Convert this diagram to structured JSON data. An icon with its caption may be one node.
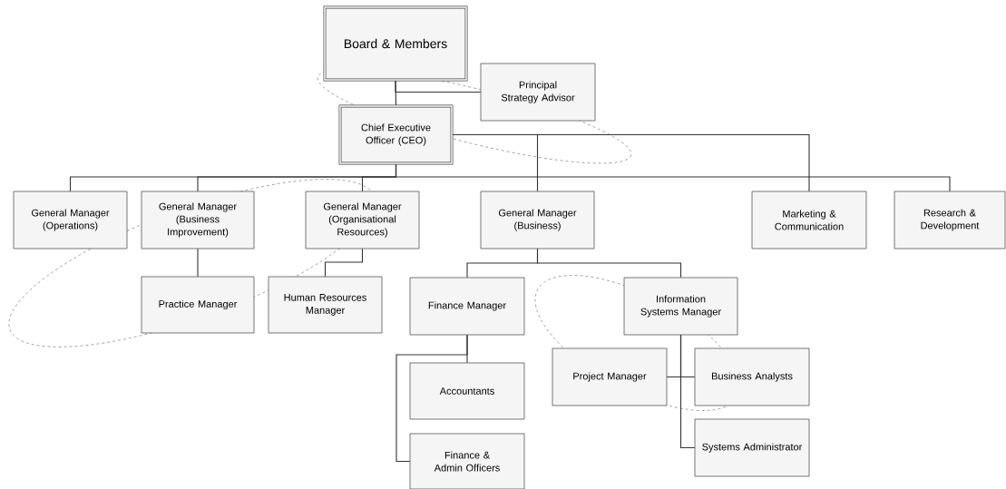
{
  "diagram": {
    "nodes": [
      {
        "text": [
          "Board & Members"
        ]
      },
      {
        "text": [
          "Principal Strategy Advisor"
        ]
      },
      {
        "text": [
          "Chief Executive Officer (CEO)"
        ]
      },
      {
        "text": [
          "General Manager (Operations)"
        ]
      },
      {
        "text": [
          "General Manager (Business Improvement)"
        ]
      },
      {
        "text": [
          "General Manager (Organisational Resources)"
        ]
      },
      {
        "text": [
          "General Manager (Business)"
        ]
      },
      {
        "text": [
          "Marketing & Communication"
        ]
      },
      {
        "text": [
          "Research & Development"
        ]
      },
      {
        "text": [
          "Practice Manager"
        ]
      },
      {
        "text": [
          "Human Resources Manager"
        ]
      },
      {
        "text": [
          "Finance Manager"
        ]
      },
      {
        "text": [
          "Information Systems Manager"
        ]
      },
      {
        "text": [
          "Accountants"
        ]
      },
      {
        "text": [
          "Finance & Admin Officers"
        ]
      },
      {
        "text": [
          "Project Manager"
        ]
      },
      {
        "text": [
          "Business Analysts"
        ]
      },
      {
        "text": [
          "Systems Administrator"
        ]
      }
    ],
    "edges": [
      {
        "from": 0,
        "to": 2,
        "arrow": "none"
      },
      {
        "from": 0,
        "to": 1,
        "arrow": "none"
      },
      {
        "from": 2,
        "to": 3,
        "arrow": "none"
      },
      {
        "from": 2,
        "to": 4,
        "arrow": "none"
      },
      {
        "from": 2,
        "to": 5,
        "arrow": "none"
      },
      {
        "from": 2,
        "to": 8,
        "arrow": "none"
      },
      {
        "from": 2,
        "to": 6,
        "arrow": "none"
      },
      {
        "from": 2,
        "to": 7,
        "arrow": "none"
      },
      {
        "from": 4,
        "to": 9,
        "arrow": "none"
      },
      {
        "from": 5,
        "to": 10,
        "arrow": "none"
      },
      {
        "from": 6,
        "to": 11,
        "arrow": "none"
      },
      {
        "from": 6,
        "to": 12,
        "arrow": "none"
      },
      {
        "from": 11,
        "to": 13,
        "arrow": "none"
      },
      {
        "from": 11,
        "to": 14,
        "arrow": "none"
      },
      {
        "from": 12,
        "to": 15,
        "arrow": "none"
      },
      {
        "from": 12,
        "to": 16,
        "arrow": "none"
      },
      {
        "from": 12,
        "to": 17,
        "arrow": "none"
      }
    ]
  }
}
